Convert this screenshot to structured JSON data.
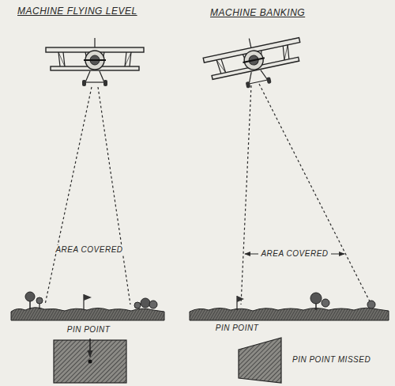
{
  "diagram": {
    "labels": [
      "MACHINE FLYING LEVEL",
      "MACHINE BANKING",
      "AREA COVERED",
      "AREA COVERED",
      "PIN POINT",
      "PIN POINT",
      "PIN POINT MISSED"
    ]
  }
}
